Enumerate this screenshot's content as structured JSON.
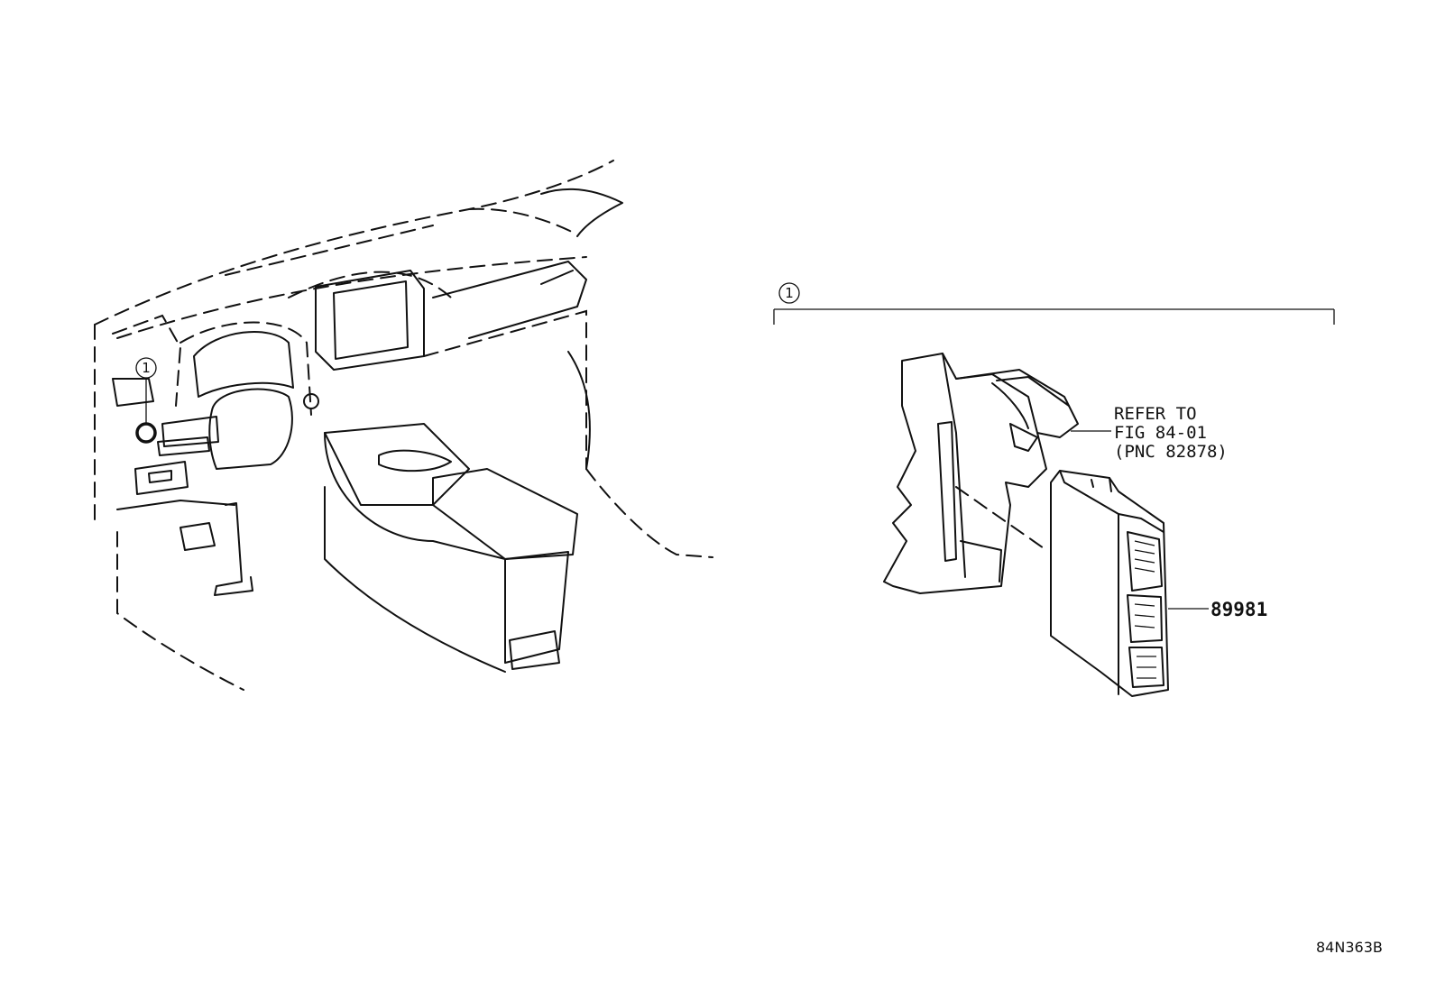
{
  "callout_left": {
    "number": "1"
  },
  "callout_group": {
    "number": "1"
  },
  "refer_note": {
    "line1": "REFER TO",
    "line2": "FIG 84-01",
    "line3": "(PNC 82878)"
  },
  "part_number": "89981",
  "illustration_code": "84N363B"
}
